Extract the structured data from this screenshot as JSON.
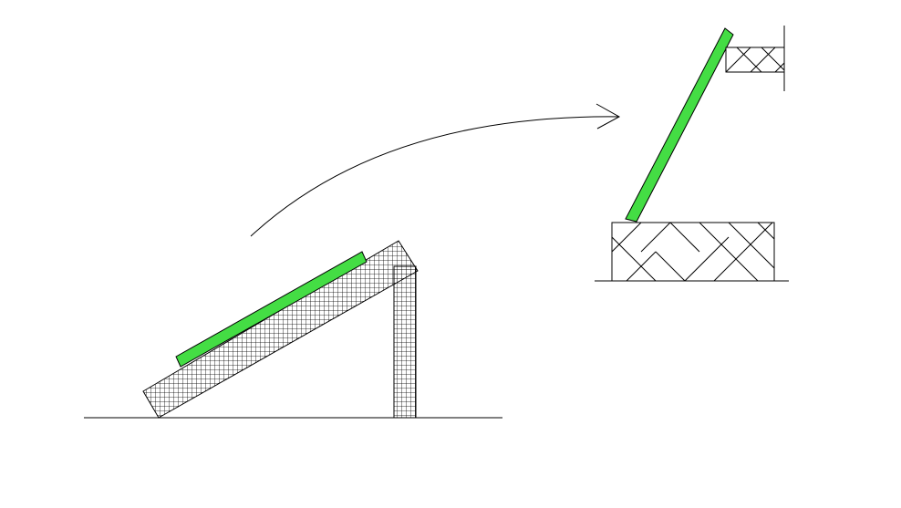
{
  "diagram": {
    "description_visible_text": [],
    "colors": {
      "panel": "#44dd44",
      "stroke": "#000000",
      "background": "#ffffff"
    },
    "left_assembly": {
      "ground": "ground-line",
      "frame": "inclined-frame-beam",
      "support": "vertical-support-post",
      "panel": "solar-panel-tilted"
    },
    "transition": {
      "arrow": "curved-transition-arrow"
    },
    "right_assembly": {
      "ground": "ground-line",
      "base": "brick-base-block",
      "panel": "solar-panel-steep",
      "wall": "wall-line",
      "bracket": "wall-bracket"
    }
  }
}
